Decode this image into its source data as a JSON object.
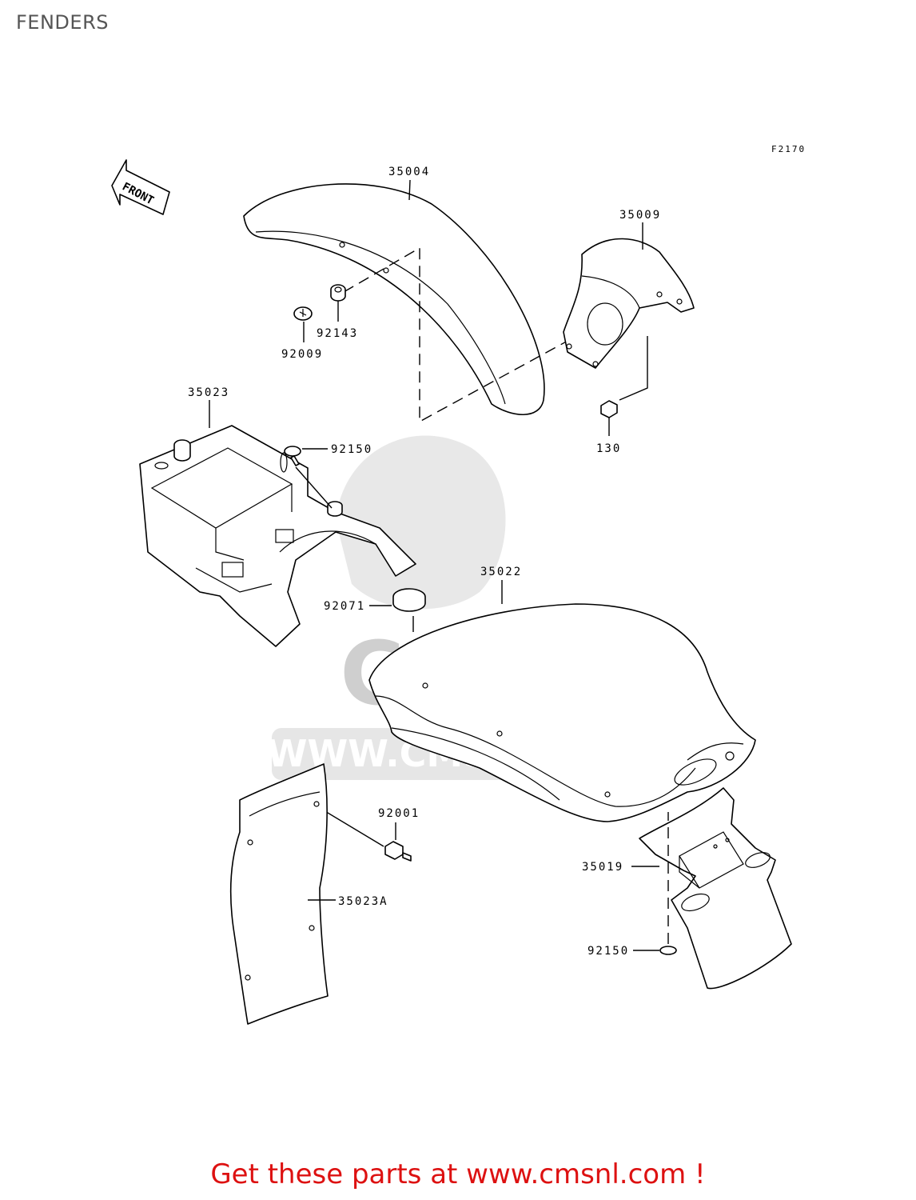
{
  "page": {
    "title": "FENDERS"
  },
  "figure": {
    "code": "F2170"
  },
  "front_arrow": {
    "label": "FRONT"
  },
  "watermark": {
    "logo_text": "CMS",
    "url_text": "WWW.CMSNL.COM"
  },
  "callouts": [
    {
      "part_number": "35004"
    },
    {
      "part_number": "35009"
    },
    {
      "part_number": "92143"
    },
    {
      "part_number": "92009"
    },
    {
      "part_number": "35023"
    },
    {
      "part_number": "92150"
    },
    {
      "part_number": "130"
    },
    {
      "part_number": "35022"
    },
    {
      "part_number": "92071"
    },
    {
      "part_number": "92001"
    },
    {
      "part_number": "35019"
    },
    {
      "part_number": "35023A"
    },
    {
      "part_number": "92150"
    }
  ],
  "footer": {
    "text": "Get these parts at www.cmsnl.com !"
  }
}
